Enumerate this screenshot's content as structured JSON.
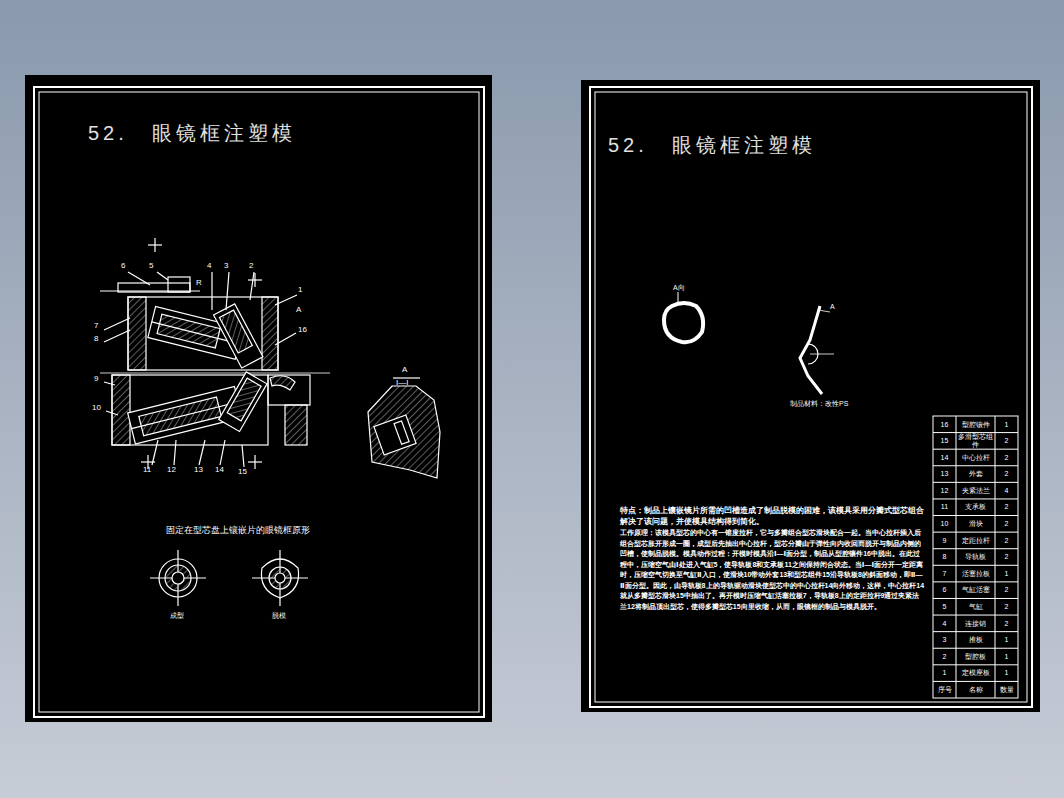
{
  "diagram": {
    "nodes": [
      {
        "text": [
          "52.　眼镜框注塑模"
        ]
      },
      {
        "text": [
          "52.　眼镜框注塑模"
        ]
      }
    ],
    "labels": [
      "6",
      "5",
      "4",
      "3",
      "2",
      "1",
      "A",
      "16",
      "7",
      "8",
      "R",
      "9",
      "10",
      "11",
      "12",
      "13",
      "14",
      "15",
      "A",
      "I—I",
      "固定在型芯盘上镶嵌片的眼镜框原形",
      "成型",
      "脱模",
      "A向",
      "A",
      "制品材料：改性PS",
      "特点：制品上镶嵌镜片所需的凹槽造成了制品脱模的困难，该模具采用分瓣式型芯组合解决了该问题，并使模具结构得到简化。",
      "工作原理：该模具型芯的中心有一锥度拉杆，它与多瓣组合型芯滑块配合一起。当中心拉杆插入后组合型芯胀开形成一圈，成型后先抽出中心拉杆，型芯分瓣由于弹性向内收回而脱开与制品内侧的凹槽，使制品脱模。模具动作过程：开模时模具沿Ⅰ—Ⅰ面分型，制品从型腔镶件16中脱出。在此过程中，压缩空气由Ⅰ处进入气缸5，使导轨板8和支承板11之间保持闭合状态。当Ⅰ—Ⅰ面分开一定距离时，压缩空气切换至气缸Ⅱ入口，使滑块10带动外套13和型芯组件15沿导轨板8的斜面移动，即Ⅱ—Ⅱ面分型。因此，由导轨板8上的导轨驱动滑块使型芯中的中心拉杆14向外移动，这样，中心拉杆14就从多瓣型芯滑块15中抽出了。再开模时压缩气缸活塞拉板7，导轨板8上的定距拉杆9通过夹紧法兰12将制品顶出型芯，使得多瓣型芯15向里收缩，从而，眼镜框的制品与模具脱开。",
      "16",
      "型腔镶件",
      "1",
      "15",
      "多滑型芯组件",
      "2",
      "14",
      "中心拉杆",
      "2",
      "13",
      "外套",
      "2",
      "12",
      "夹紧法兰",
      "4",
      "11",
      "支承板",
      "2",
      "10",
      "滑块",
      "2",
      "9",
      "定距拉杆",
      "2",
      "8",
      "导轨板",
      "2",
      "7",
      "活塞拉板",
      "1",
      "6",
      "气缸活塞",
      "2",
      "5",
      "气缸",
      "2",
      "4",
      "连接销",
      "2",
      "3",
      "推板",
      "1",
      "2",
      "型腔板",
      "1",
      "1",
      "定模座板",
      "1",
      "序号",
      "名称",
      "数量"
    ]
  }
}
